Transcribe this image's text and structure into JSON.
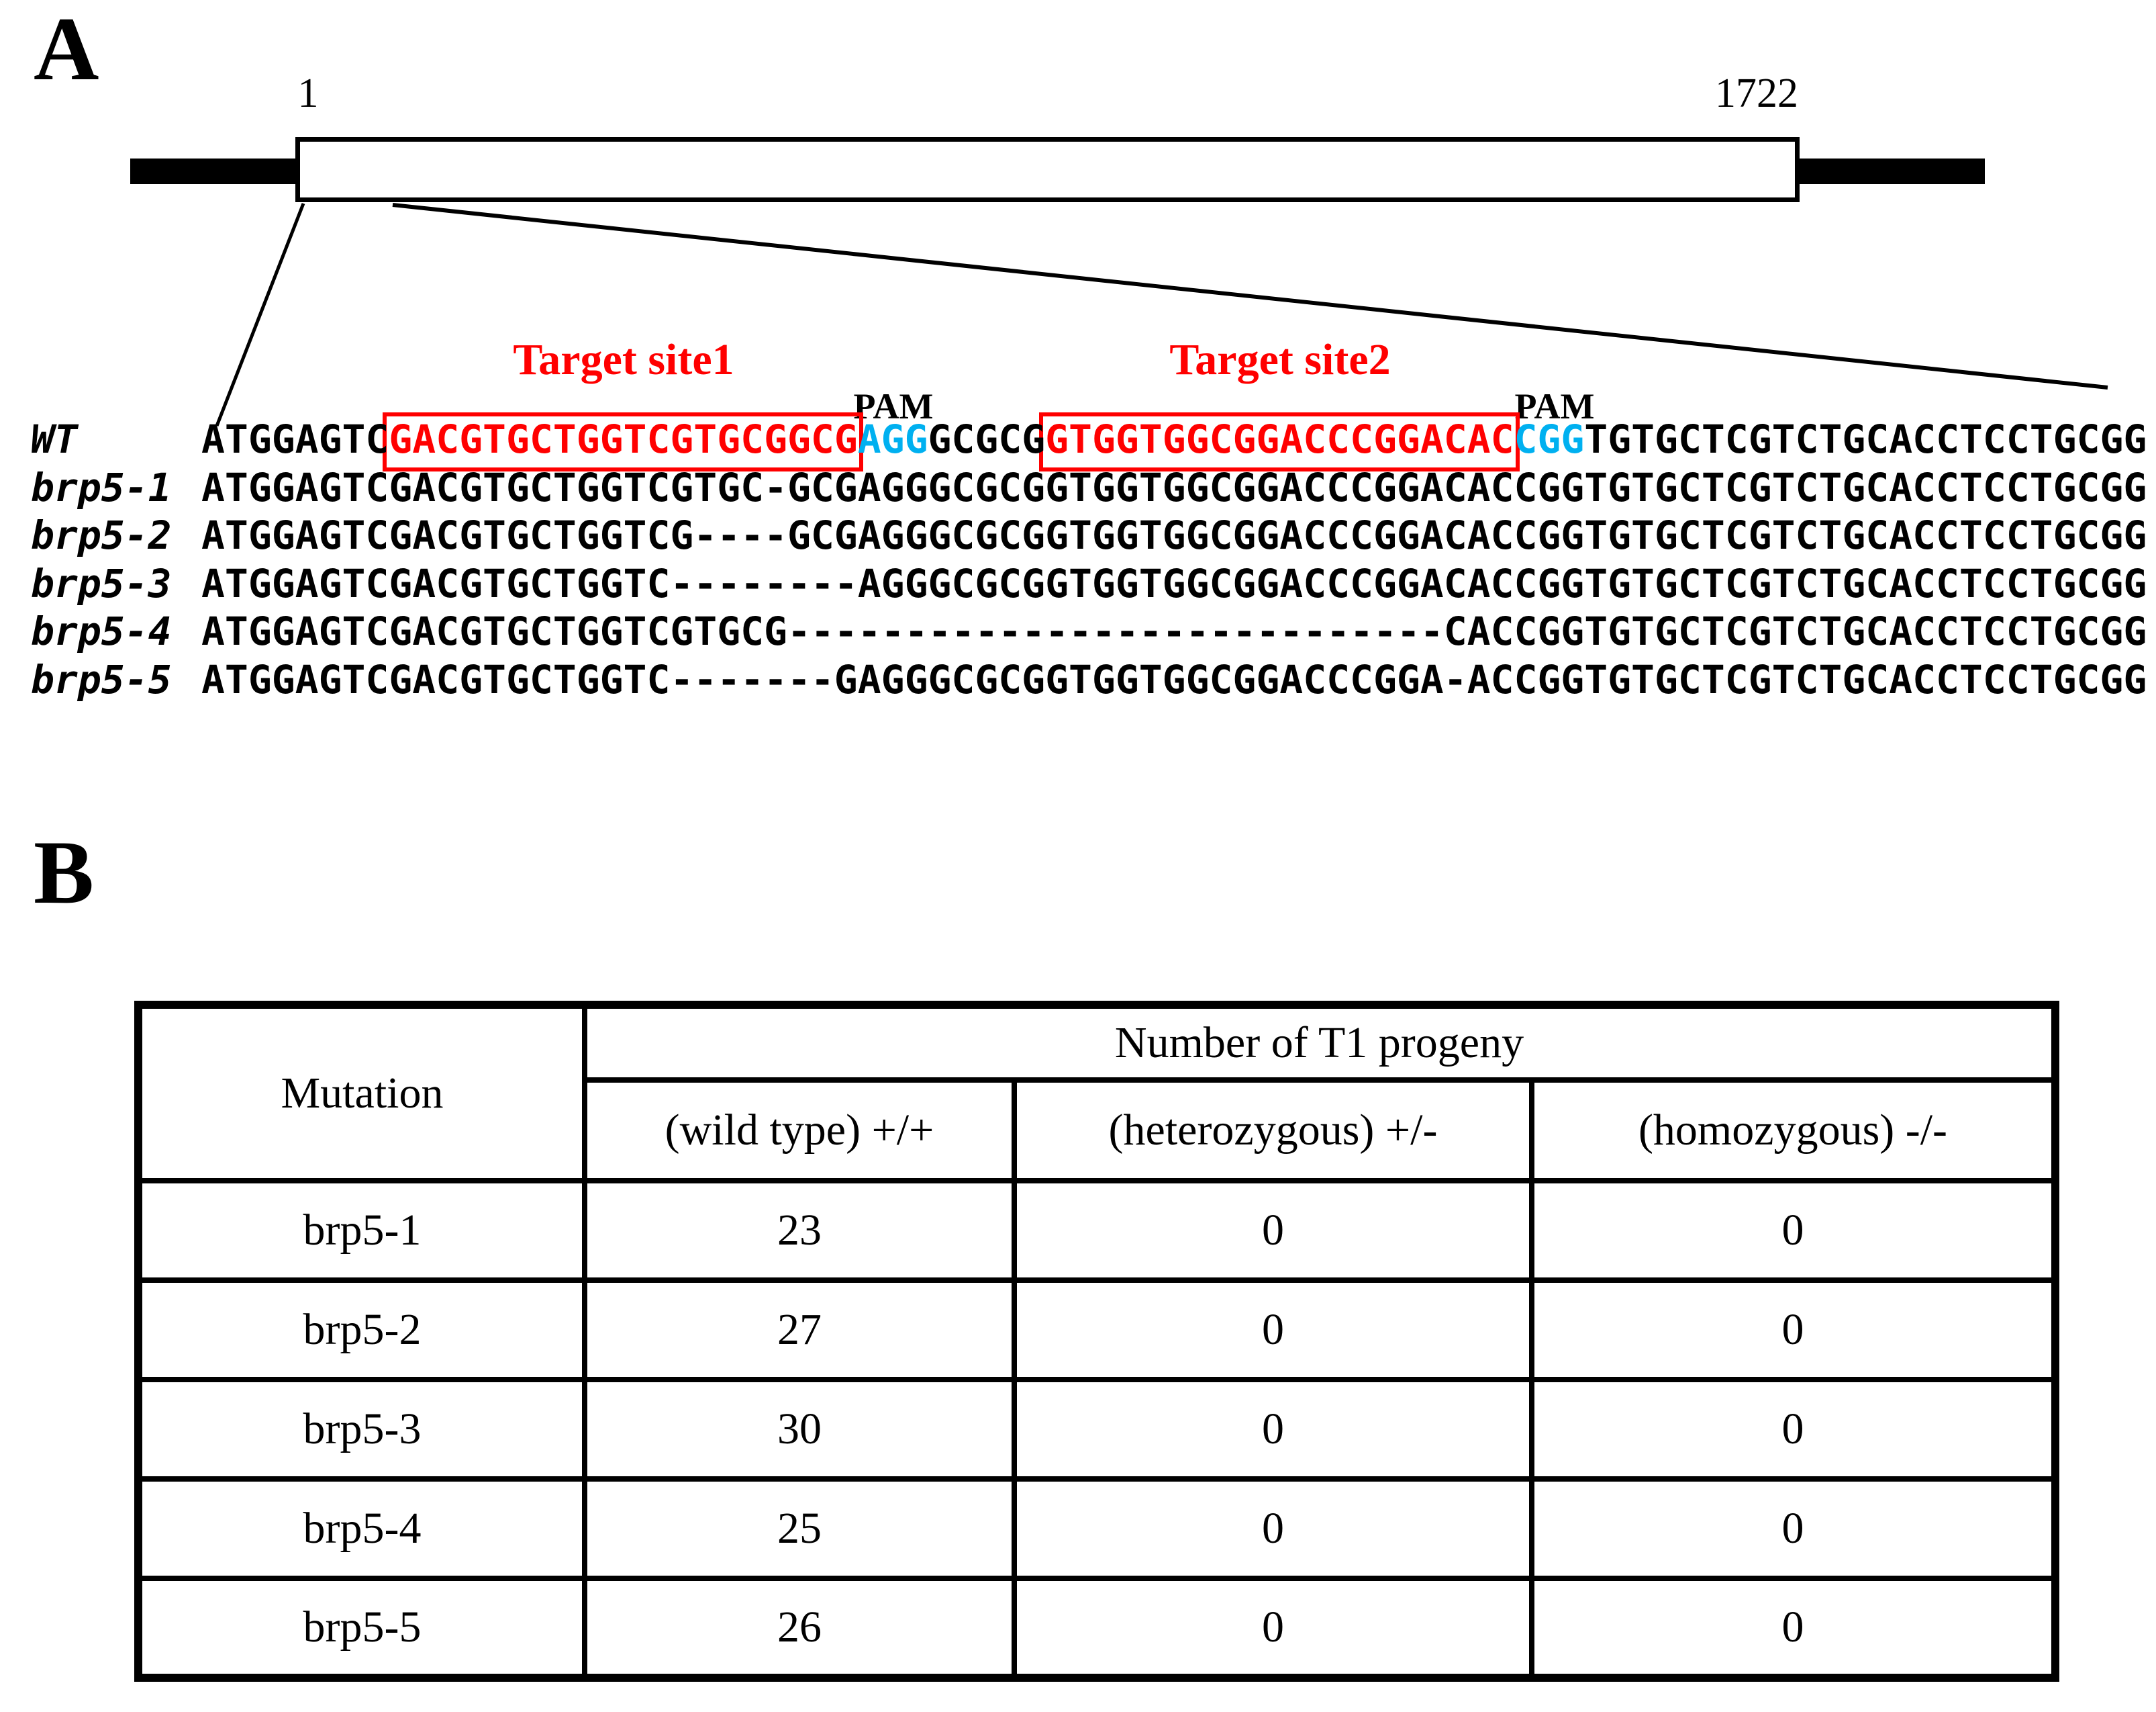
{
  "figure": {
    "panel_a": {
      "label": "A",
      "gene_map": {
        "start": "1",
        "end": "1722"
      },
      "target_site1_label": "Target site1",
      "target_site2_label": "Target site2",
      "pam_label_1": "PAM",
      "pam_label_2": "PAM",
      "colors": {
        "highlight_red": "#FF0000",
        "pam_cyan": "#00B0F0"
      },
      "alignment": {
        "rows": [
          {
            "name": "WT",
            "segments": [
              {
                "text": "ATGGAGTC",
                "color": "black"
              },
              {
                "text": "GACGTGCTGGTCGTGCGGCG",
                "color": "red"
              },
              {
                "text": "AGG",
                "color": "cyan"
              },
              {
                "text": "GCGCG",
                "color": "black"
              },
              {
                "text": "GTGGTGGCGGACCCGGACAC",
                "color": "red"
              },
              {
                "text": "CGG",
                "color": "cyan"
              },
              {
                "text": "TGTGCTCGTCTGCACCTCCTGCGG",
                "color": "black"
              }
            ]
          },
          {
            "name": "brp5-1",
            "seq": "ATGGAGTCGACGTGCTGGTCGTGC-GCGAGGGCGCGGTGGTGGCGGACCCGGACACCGGTGTGCTCGTCTGCACCTCCTGCGG"
          },
          {
            "name": "brp5-2",
            "seq": "ATGGAGTCGACGTGCTGGTCG----GCGAGGGCGCGGTGGTGGCGGACCCGGACACCGGTGTGCTCGTCTGCACCTCCTGCGG"
          },
          {
            "name": "brp5-3",
            "seq": "ATGGAGTCGACGTGCTGGTC--------AGGGCGCGGTGGTGGCGGACCCGGACACCGGTGTGCTCGTCTGCACCTCCTGCGG"
          },
          {
            "name": "brp5-4",
            "seq": "ATGGAGTCGACGTGCTGGTCGTGCG----------------------------CACCGGTGTGCTCGTCTGCACCTCCTGCGG"
          },
          {
            "name": "brp5-5",
            "seq": "ATGGAGTCGACGTGCTGGTC-------GAGGGCGCGGTGGTGGCGGACCCGGA-ACCGGTGTGCTCGTCTGCACCTCCTGCGG"
          }
        ]
      }
    },
    "panel_b": {
      "label": "B",
      "table": {
        "mutation_header": "Mutation",
        "progeny_header": "Number of T1 progeny",
        "sub_headers": [
          "(wild type) +/+",
          "(heterozygous) +/-",
          "(homozygous) -/-"
        ],
        "rows": [
          {
            "mutation": "brp5-1",
            "wild_type": "23",
            "heterozygous": "0",
            "homozygous": "0"
          },
          {
            "mutation": "brp5-2",
            "wild_type": "27",
            "heterozygous": "0",
            "homozygous": "0"
          },
          {
            "mutation": "brp5-3",
            "wild_type": "30",
            "heterozygous": "0",
            "homozygous": "0"
          },
          {
            "mutation": "brp5-4",
            "wild_type": "25",
            "heterozygous": "0",
            "homozygous": "0"
          },
          {
            "mutation": "brp5-5",
            "wild_type": "26",
            "heterozygous": "0",
            "homozygous": "0"
          }
        ]
      }
    }
  }
}
